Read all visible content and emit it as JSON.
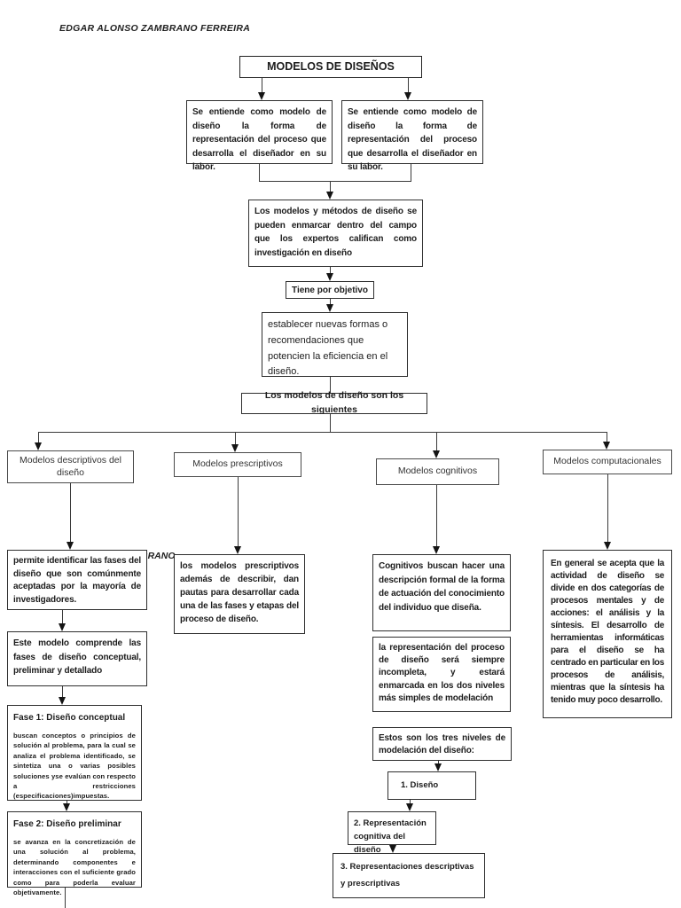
{
  "page": {
    "author_header": "EDGAR ALONSO ZAMBRANO FERREIRA",
    "watermark_fragment": "BRANO"
  },
  "nodes": {
    "title": "MODELOS DE DISEÑOS",
    "def_left": "Se entiende como modelo de diseño la forma de representación del proceso que desarrolla el diseñador en su labor.",
    "def_right": "Se entiende como modelo de diseño la forma de representación del proceso que desarrolla el diseñador en su labor.",
    "framing": "Los modelos y métodos de diseño se pueden enmarcar dentro del campo que los expertos califican como investigación en diseño",
    "objective_label": "Tiene por objetivo",
    "objective": "establecer nuevas formas o recomendaciones que potencien la eficiencia en el diseño.",
    "list_intro": "Los modelos de diseño son los siguientes",
    "cat_descriptive": "Modelos descriptivos del diseño",
    "cat_prescriptive": "Modelos prescriptivos",
    "cat_cognitive": "Modelos cognitivos",
    "cat_computational": "Modelos computacionales",
    "descriptive_1": "permite identificar las fases del diseño que son comúnmente aceptadas por la mayoría de investigadores.",
    "descriptive_2": "Este modelo comprende las fases de diseño conceptual, preliminar y detallado",
    "phase1_title": "Fase 1: Diseño conceptual",
    "phase1_body": "buscan conceptos o principios de solución al problema, para la cual se analiza el problema identificado, se sintetiza una o varias posibles soluciones yse evalúan con respecto a restricciones (especificaciones)impuestas.",
    "phase2_title": "Fase 2: Diseño preliminar",
    "phase2_body": "se avanza en la concretización de una solución al problema, determinando componentes e interacciones con el suficiente grado como para poderla evaluar objetivamente.",
    "prescriptive_1": "los modelos prescriptivos además de describir, dan pautas para desarrollar cada una de las fases y etapas del proceso de diseño.",
    "cognitive_1": "Cognitivos buscan hacer una descripción formal de la forma de actuación del conocimiento del individuo que diseña.",
    "cognitive_2": "la representación del proceso de diseño será siempre incompleta, y estará enmarcada en los dos niveles más simples de modelación",
    "cognitive_3": "Estos son los tres niveles de modelación del diseño:",
    "level_1": "1. Diseño",
    "level_2": "2. Representación cognitiva del diseño",
    "level_3": "3. Representaciones descriptivas y prescriptivas",
    "computational_1": "En general se acepta que la actividad de diseño se divide en dos categorías de procesos mentales y de acciones: el análisis y la síntesis. El desarrollo de herramientas informáticas para el diseño se ha centrado en particular en los procesos de análisis, mientras que la síntesis ha tenido muy poco desarrollo."
  }
}
